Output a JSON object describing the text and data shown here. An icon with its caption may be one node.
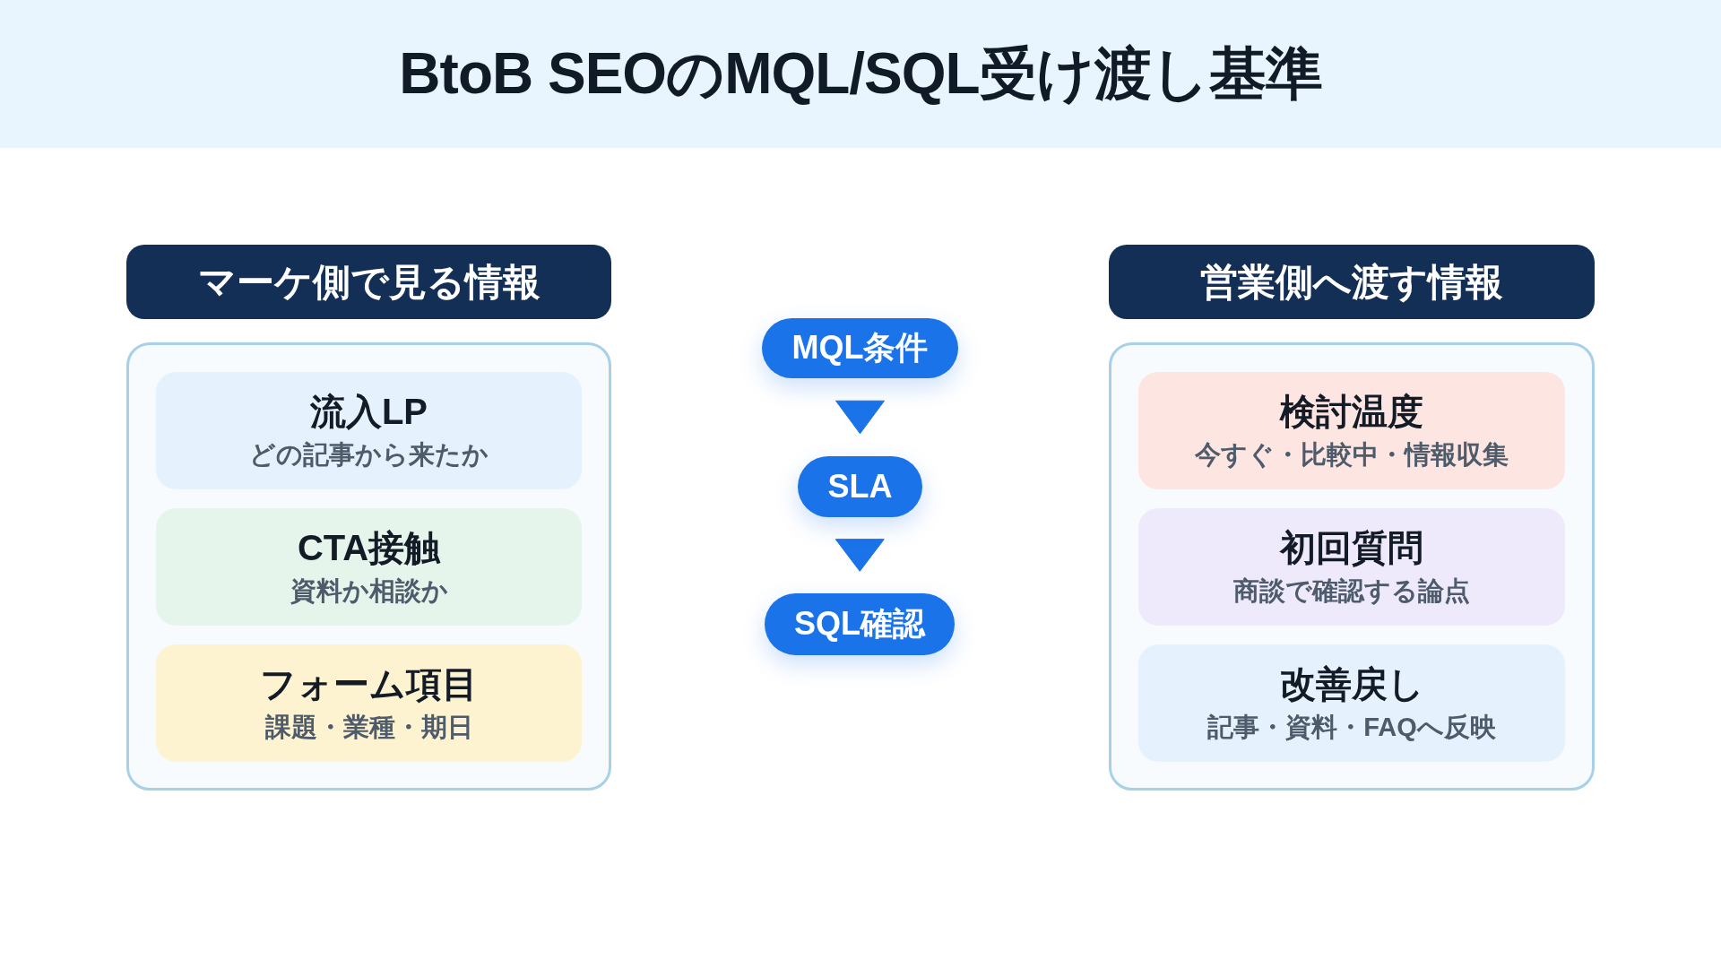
{
  "diagram": {
    "title": "BtoB SEOのMQL/SQL受け渡し基準",
    "nodes": [
      {
        "text": [
          "マーケ側で見る情報"
        ]
      },
      {
        "text": [],
        "shape": "box"
      },
      {
        "text": [
          "流入LP",
          "どの記事から来たか"
        ],
        "in": 1
      },
      {
        "text": [
          "CTA接触",
          "資料か相談か"
        ],
        "in": 1
      },
      {
        "text": [
          "フォーム項目",
          "課題・業種・期日"
        ],
        "in": 1
      },
      {
        "text": [
          "MQL条件"
        ]
      },
      {
        "text": [
          "SLA"
        ]
      },
      {
        "text": [
          "SQL確認"
        ]
      },
      {
        "text": [
          "営業側へ渡す情報"
        ]
      },
      {
        "text": [],
        "shape": "box"
      },
      {
        "text": [
          "検討温度",
          "今すぐ・比較中・情報収集"
        ],
        "in": 9
      },
      {
        "text": [
          "初回質問",
          "商談で確認する論点"
        ],
        "in": 9
      },
      {
        "text": [
          "改善戻し",
          "記事・資料・FAQへ反映"
        ],
        "in": 9
      }
    ],
    "edges": [
      {
        "from": 5,
        "to": 6,
        "arrow": "to"
      },
      {
        "from": 6,
        "to": 7,
        "arrow": "to"
      }
    ]
  }
}
